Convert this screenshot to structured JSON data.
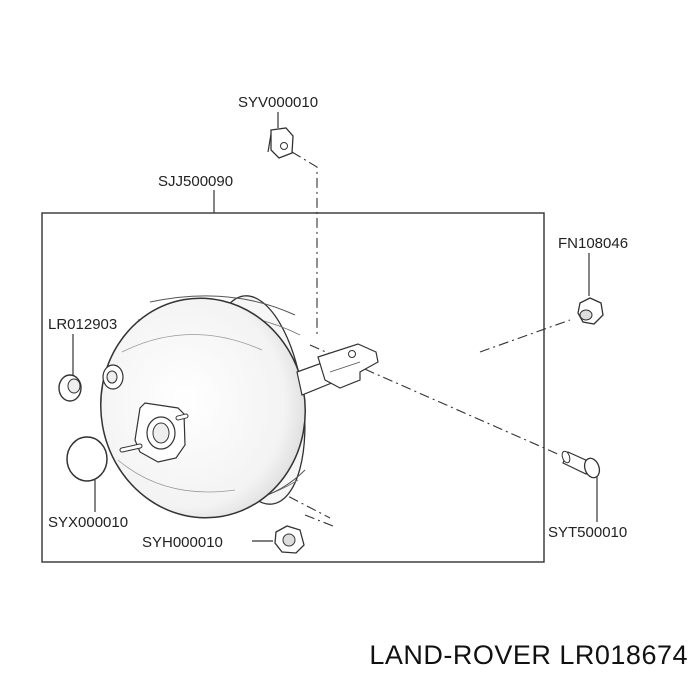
{
  "parts": {
    "bracket_clip": "SYV000010",
    "booster_assembly": "SJJ500090",
    "nut_top_right": "FN108046",
    "grommet": "LR012903",
    "o_ring": "SYX000010",
    "flange_nut": "SYH000010",
    "clevis_pin": "SYT500010"
  },
  "caption": "LAND-ROVER LR018674"
}
